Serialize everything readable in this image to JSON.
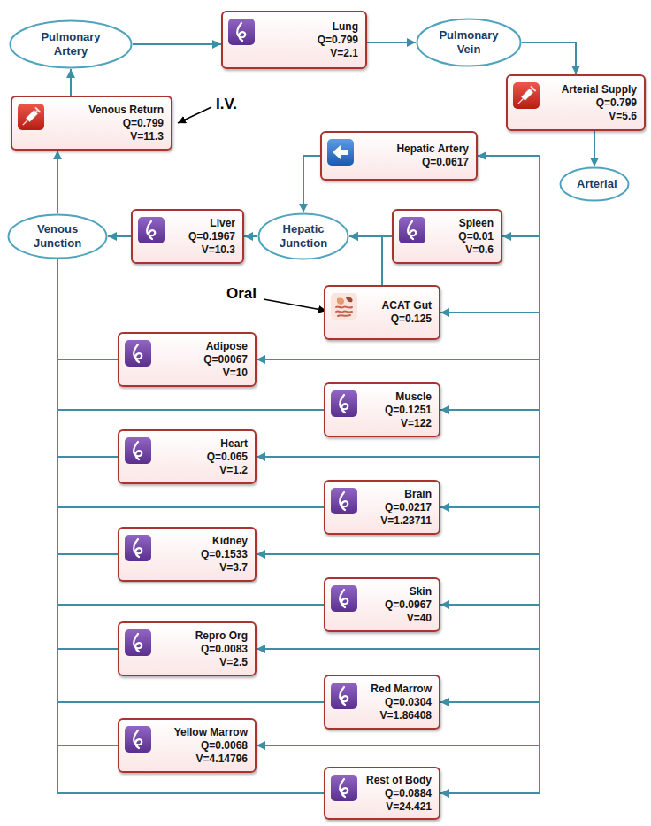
{
  "diagram": {
    "nodes": [
      {
        "text": [
          "Pulmonary Artery"
        ]
      },
      {
        "text": [
          "Lung",
          "Q=0.799",
          "V=2.1"
        ]
      },
      {
        "text": [
          "Pulmonary Vein"
        ]
      },
      {
        "text": [
          "Venous Return",
          "Q=0.799",
          "V=11.3"
        ]
      },
      {
        "text": [
          "Arterial Supply",
          "Q=0.799",
          "V=5.6"
        ]
      },
      {
        "text": [
          "Hepatic Artery",
          "Q=0.0617"
        ]
      },
      {
        "text": [
          "Arterial"
        ]
      },
      {
        "text": [
          "Venous Junction"
        ]
      },
      {
        "text": [
          "Liver",
          "Q=0.1967",
          "V=10.3"
        ]
      },
      {
        "text": [
          "Hepatic Junction"
        ]
      },
      {
        "text": [
          "Spleen",
          "Q=0.01",
          "V=0.6"
        ]
      },
      {
        "text": [
          "ACAT Gut",
          "Q=0.125"
        ]
      },
      {
        "text": [
          "Adipose",
          "Q=00067",
          "V=10"
        ]
      },
      {
        "text": [
          "Muscle",
          "Q=0.1251",
          "V=122"
        ]
      },
      {
        "text": [
          "Heart",
          "Q=0.065",
          "V=1.2"
        ]
      },
      {
        "text": [
          "Brain",
          "Q=0.0217",
          "V=1.23711"
        ]
      },
      {
        "text": [
          "Kidney",
          "Q=0.1533",
          "V=3.7"
        ]
      },
      {
        "text": [
          "Skin",
          "Q=0.0967",
          "V=40"
        ]
      },
      {
        "text": [
          "Repro Org",
          "Q=0.0083",
          "V=2.5"
        ]
      },
      {
        "text": [
          "Red Marrow",
          "Q=0.0304",
          "V=1.86408"
        ]
      },
      {
        "text": [
          "Yellow Marrow",
          "Q=0.0068",
          "V=4.14796"
        ]
      },
      {
        "text": [
          "Rest of Body",
          "Q=0.0884",
          "V=24.421"
        ]
      }
    ],
    "edges": [
      {
        "from": 0,
        "to": 1,
        "arrow": "to"
      },
      {
        "from": 1,
        "to": 2,
        "arrow": "to"
      },
      {
        "from": 2,
        "to": 4,
        "arrow": "to"
      },
      {
        "from": 4,
        "to": 6,
        "arrow": "to"
      },
      {
        "from": 3,
        "to": 0,
        "arrow": "to"
      },
      {
        "from": 7,
        "to": 3,
        "arrow": "to"
      },
      {
        "from": 8,
        "to": 7,
        "arrow": "to"
      },
      {
        "from": 9,
        "to": 8,
        "arrow": "to"
      },
      {
        "from": 5,
        "to": 9,
        "arrow": "to"
      },
      {
        "from": 10,
        "to": 9,
        "arrow": "to"
      },
      {
        "from": 11,
        "to": 9,
        "arrow": "to"
      },
      {
        "from": 12,
        "to": 7,
        "arrow": "none"
      },
      {
        "from": 13,
        "to": 7,
        "arrow": "none"
      },
      {
        "from": 14,
        "to": 7,
        "arrow": "none"
      },
      {
        "from": 15,
        "to": 7,
        "arrow": "none"
      },
      {
        "from": 16,
        "to": 7,
        "arrow": "none"
      },
      {
        "from": 17,
        "to": 7,
        "arrow": "none"
      },
      {
        "from": 18,
        "to": 7,
        "arrow": "none"
      },
      {
        "from": 19,
        "to": 7,
        "arrow": "none"
      },
      {
        "from": 20,
        "to": 7,
        "arrow": "none"
      },
      {
        "from": 21,
        "to": 7,
        "arrow": "none"
      }
    ],
    "labels": [
      "I.V.",
      "Oral"
    ]
  }
}
